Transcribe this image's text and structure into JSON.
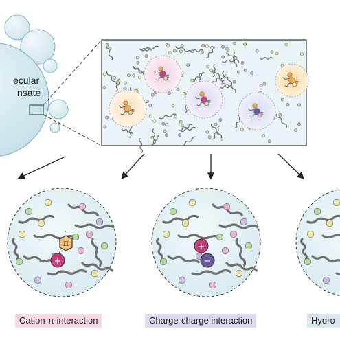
{
  "condensate": {
    "label_line1": "ecular",
    "label_line2": "nsate"
  },
  "interactions": [
    {
      "label": "Cation-π interaction",
      "color": "#f7d7e6"
    },
    {
      "label": "Charge-charge interaction",
      "color": "#ddd9ee"
    },
    {
      "label": "Hydro",
      "color": "#d9e6f2"
    }
  ],
  "symbols": {
    "pi": "π",
    "plus": "+",
    "minus": "−"
  },
  "colors": {
    "droplet_fill": "#d6ebf2",
    "droplet_stroke": "#7aa6b8",
    "inset_fill": "#e9f3f7",
    "chain": "#6f6f6f",
    "cation": "#c1417f",
    "anion": "#6a5a9c",
    "aromatic": "#f2a94a",
    "bead_green": "#b9dca0",
    "bead_yellow": "#f3e7a6",
    "bead_pink": "#e7b7d6",
    "bead_purple": "#c9b9e3"
  }
}
